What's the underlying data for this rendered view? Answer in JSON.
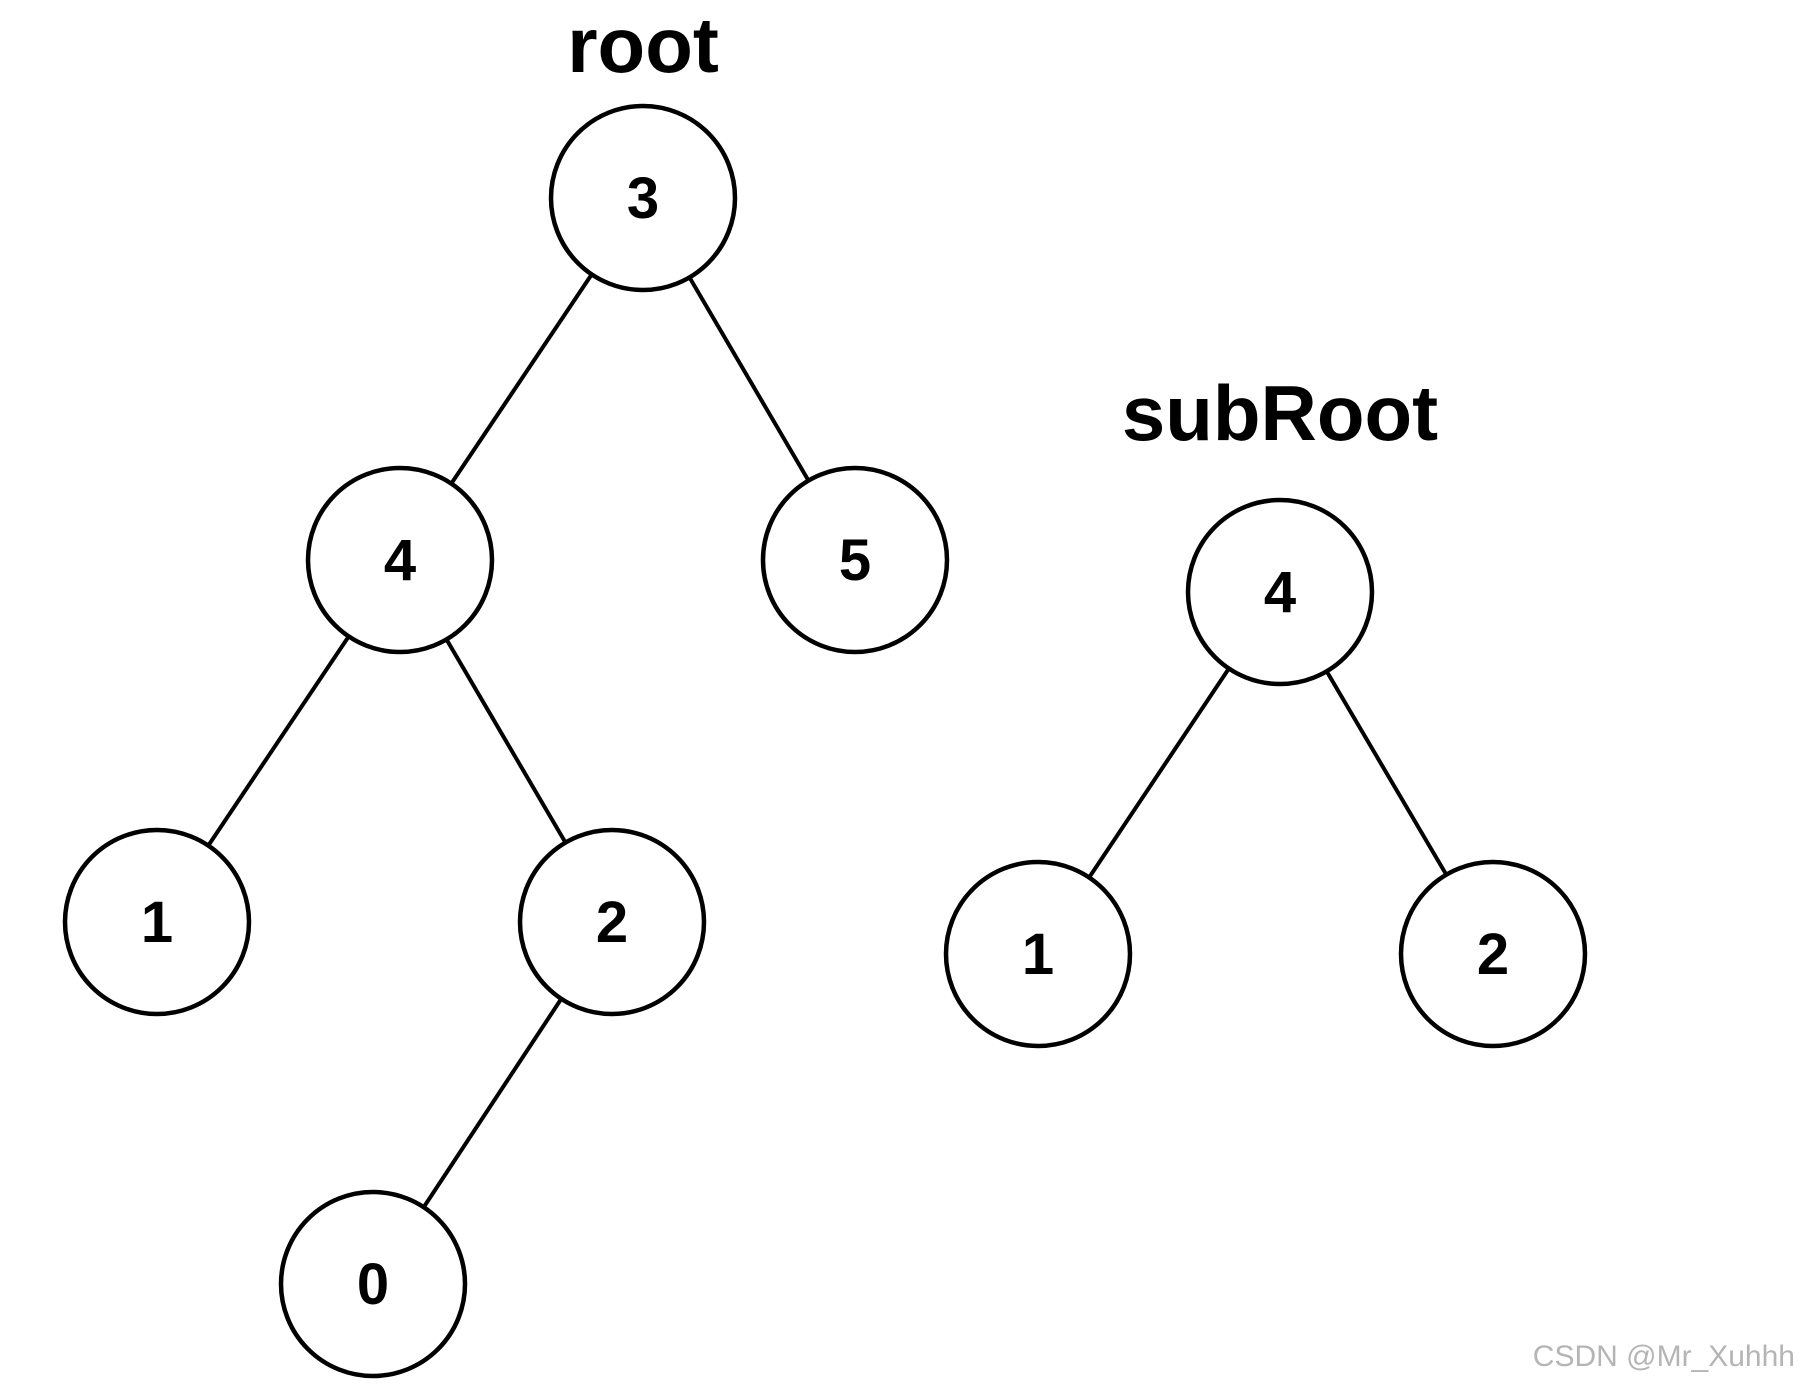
{
  "trees": [
    {
      "title": "root",
      "nodes": [
        {
          "id": "r3",
          "label": "3"
        },
        {
          "id": "r4",
          "label": "4"
        },
        {
          "id": "r5",
          "label": "5"
        },
        {
          "id": "r1",
          "label": "1"
        },
        {
          "id": "r2",
          "label": "2"
        },
        {
          "id": "r0",
          "label": "0"
        }
      ],
      "edges": [
        {
          "from": "r3",
          "to": "r4"
        },
        {
          "from": "r3",
          "to": "r5"
        },
        {
          "from": "r4",
          "to": "r1"
        },
        {
          "from": "r4",
          "to": "r2"
        },
        {
          "from": "r2",
          "to": "r0"
        }
      ]
    },
    {
      "title": "subRoot",
      "nodes": [
        {
          "id": "s4",
          "label": "4"
        },
        {
          "id": "s1",
          "label": "1"
        },
        {
          "id": "s2",
          "label": "2"
        }
      ],
      "edges": [
        {
          "from": "s4",
          "to": "s1"
        },
        {
          "from": "s4",
          "to": "s2"
        }
      ]
    }
  ],
  "watermark": "CSDN @Mr_Xuhhh"
}
